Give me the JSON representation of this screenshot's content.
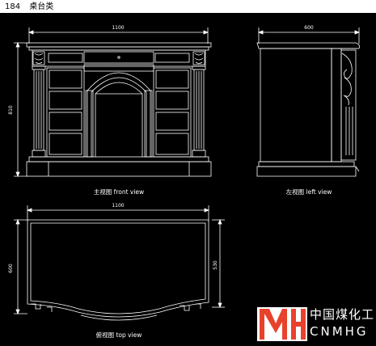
{
  "header": {
    "page_number": "184",
    "title": "桌台类"
  },
  "front_view": {
    "width_dim": "1100",
    "height_dim": "810",
    "caption": "主视图  front view"
  },
  "left_view": {
    "depth_dim": "600",
    "caption": "左视图  left view"
  },
  "top_view": {
    "width_dim": "1100",
    "left_dim": "600",
    "right_dim": "530",
    "caption": "俯视图  top view"
  },
  "logo": {
    "cn_text": "中国煤化工",
    "en_text": "CNMHG",
    "color": "#e8412c"
  },
  "colors": {
    "background": "#000000",
    "line": "#ffffff"
  }
}
